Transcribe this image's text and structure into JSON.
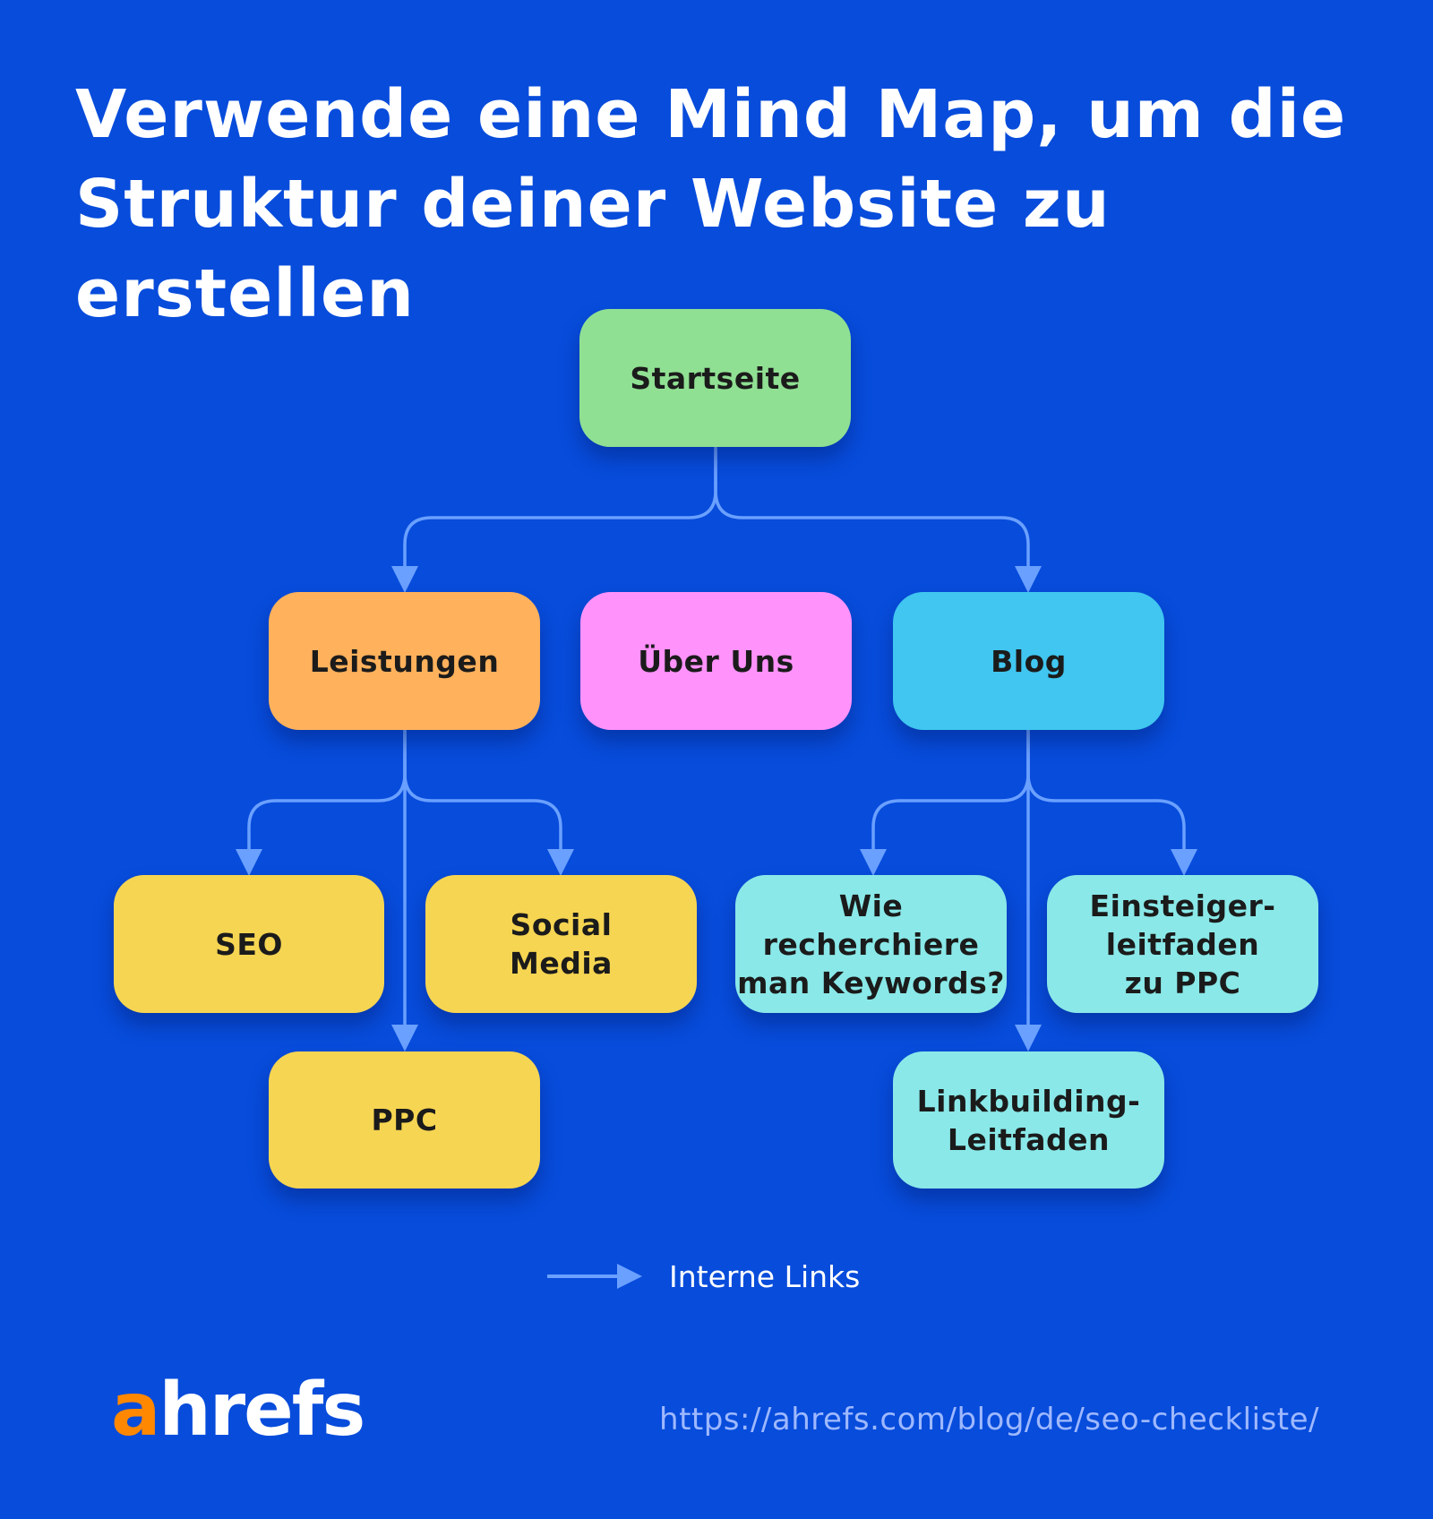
{
  "title": {
    "line1": "Verwende eine Mind Map, um die",
    "line2": "Struktur deiner Website zu erstellen"
  },
  "colors": {
    "background": "#074cdb",
    "connector": "#6aa0ff",
    "home": "#90e093",
    "services": "#ffb15c",
    "about": "#ff92fb",
    "blog": "#40c6f0",
    "service_children": "#f6d552",
    "blog_children": "#8ae8e8",
    "logo_accent": "#ff8800",
    "url_text": "#9eb8ff"
  },
  "nodes": {
    "home": {
      "label": "Startseite"
    },
    "services": {
      "label": "Leistungen"
    },
    "about": {
      "label": "Über Uns"
    },
    "blog": {
      "label": "Blog"
    },
    "seo": {
      "label": "SEO"
    },
    "social": {
      "label": "Social\nMedia"
    },
    "ppc": {
      "label": "PPC"
    },
    "keywords": {
      "label": "Wie\nrecherchiere\nman Keywords?"
    },
    "ppc_guide": {
      "label": "Einsteiger-\nleitfaden\nzu PPC"
    },
    "linkbuilding": {
      "label": "Linkbuilding-\nLeitfaden"
    }
  },
  "edges": [
    {
      "from": "Startseite",
      "to": "Leistungen"
    },
    {
      "from": "Startseite",
      "to": "Blog"
    },
    {
      "from": "Leistungen",
      "to": "SEO"
    },
    {
      "from": "Leistungen",
      "to": "Social Media"
    },
    {
      "from": "Leistungen",
      "to": "PPC"
    },
    {
      "from": "Blog",
      "to": "Wie recherchiere man Keywords?"
    },
    {
      "from": "Blog",
      "to": "Einsteigerleitfaden zu PPC"
    },
    {
      "from": "Blog",
      "to": "Linkbuilding-Leitfaden"
    }
  ],
  "legend": {
    "label": "Interne Links",
    "icon": "arrow-right-icon"
  },
  "footer": {
    "logo_accent": "a",
    "logo_rest": "hrefs",
    "url": "https://ahrefs.com/blog/de/seo-checkliste/"
  }
}
